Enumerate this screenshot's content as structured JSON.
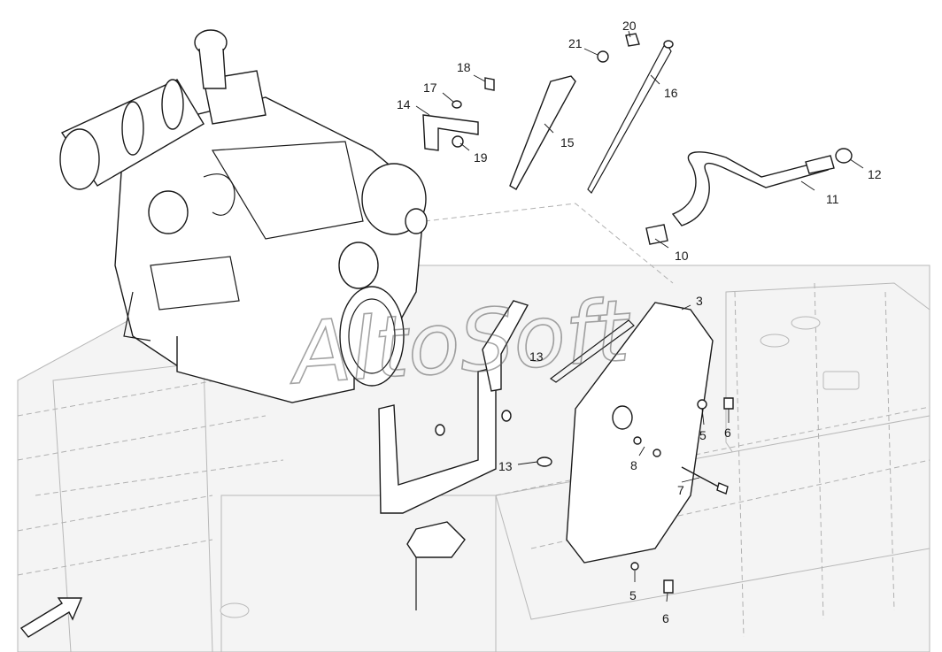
{
  "diagram": {
    "watermark": "AltoSoft",
    "callouts": {
      "c3": "3",
      "c5a": "5",
      "c5b": "5",
      "c6a": "6",
      "c6b": "6",
      "c7": "7",
      "c8": "8",
      "c10": "10",
      "c11": "11",
      "c12": "12",
      "c13a": "13",
      "c13b": "13",
      "c14": "14",
      "c15": "15",
      "c16": "16",
      "c17": "17",
      "c18": "18",
      "c19": "19",
      "c20": "20",
      "c21": "21"
    }
  }
}
